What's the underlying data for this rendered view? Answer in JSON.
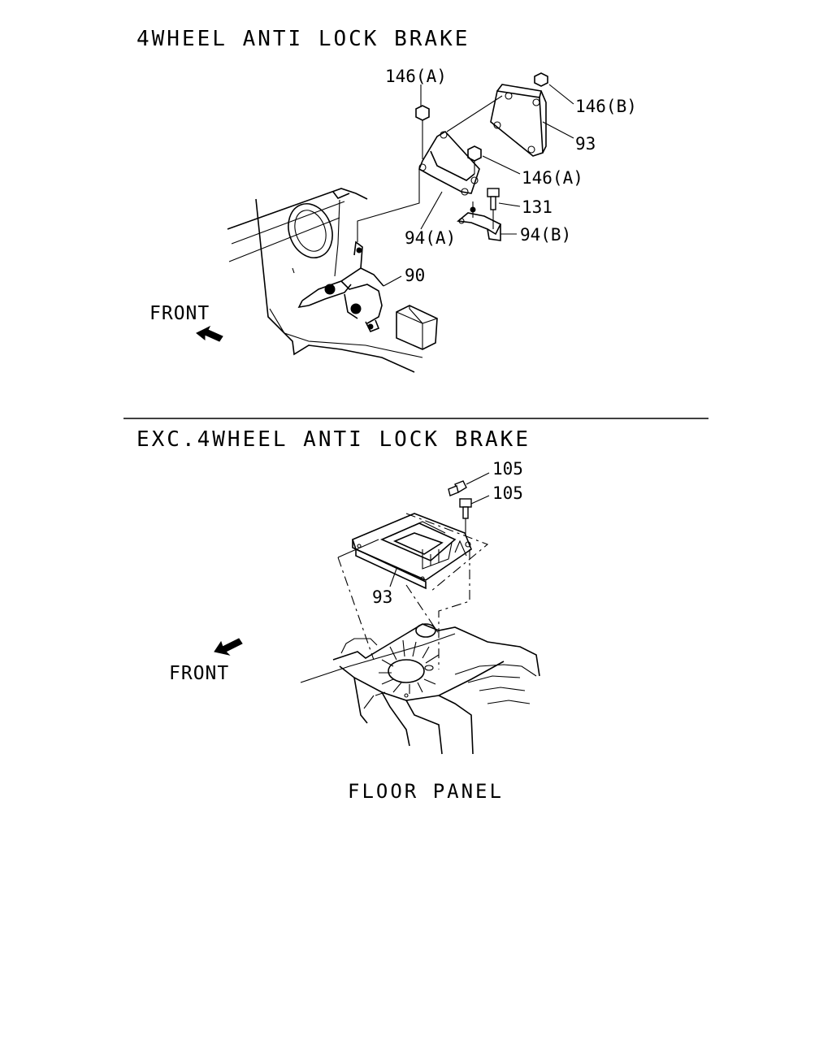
{
  "top_section": {
    "title": "4WHEEL ANTI LOCK BRAKE",
    "front_label": "FRONT",
    "callouts": {
      "c146a_top": "146(A)",
      "c146b": "146(B)",
      "c93": "93",
      "c146a_mid": "146(A)",
      "c131": "131",
      "c94a": "94(A)",
      "c94b": "94(B)",
      "c90": "90"
    }
  },
  "bottom_section": {
    "title": "EXC.4WHEEL ANTI LOCK BRAKE",
    "front_label": "FRONT",
    "floor_label": "FLOOR PANEL",
    "callouts": {
      "c105_upper": "105",
      "c105_lower": "105",
      "c93": "93"
    }
  },
  "icons": [
    "front-arrow-icon",
    "bolt-icon",
    "nut-icon"
  ]
}
